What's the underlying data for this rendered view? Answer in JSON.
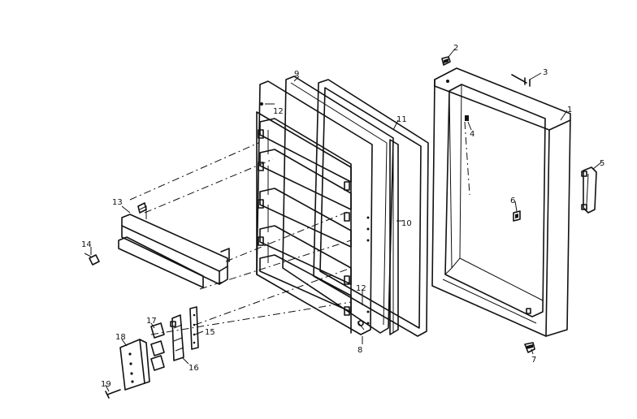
{
  "callouts": [
    {
      "id": "1",
      "text": "1"
    },
    {
      "id": "2",
      "text": "2"
    },
    {
      "id": "3",
      "text": "3"
    },
    {
      "id": "4",
      "text": "4"
    },
    {
      "id": "5",
      "text": "5"
    },
    {
      "id": "6",
      "text": "6"
    },
    {
      "id": "7",
      "text": "7"
    },
    {
      "id": "8",
      "text": "8"
    },
    {
      "id": "9",
      "text": "9"
    },
    {
      "id": "10",
      "text": "10"
    },
    {
      "id": "11",
      "text": "11"
    },
    {
      "id": "12a",
      "text": "12"
    },
    {
      "id": "12b",
      "text": "12"
    },
    {
      "id": "13",
      "text": "13"
    },
    {
      "id": "14",
      "text": "14"
    },
    {
      "id": "15",
      "text": "15"
    },
    {
      "id": "16",
      "text": "16"
    },
    {
      "id": "17",
      "text": "17"
    },
    {
      "id": "18",
      "text": "18"
    },
    {
      "id": "19",
      "text": "19"
    }
  ]
}
